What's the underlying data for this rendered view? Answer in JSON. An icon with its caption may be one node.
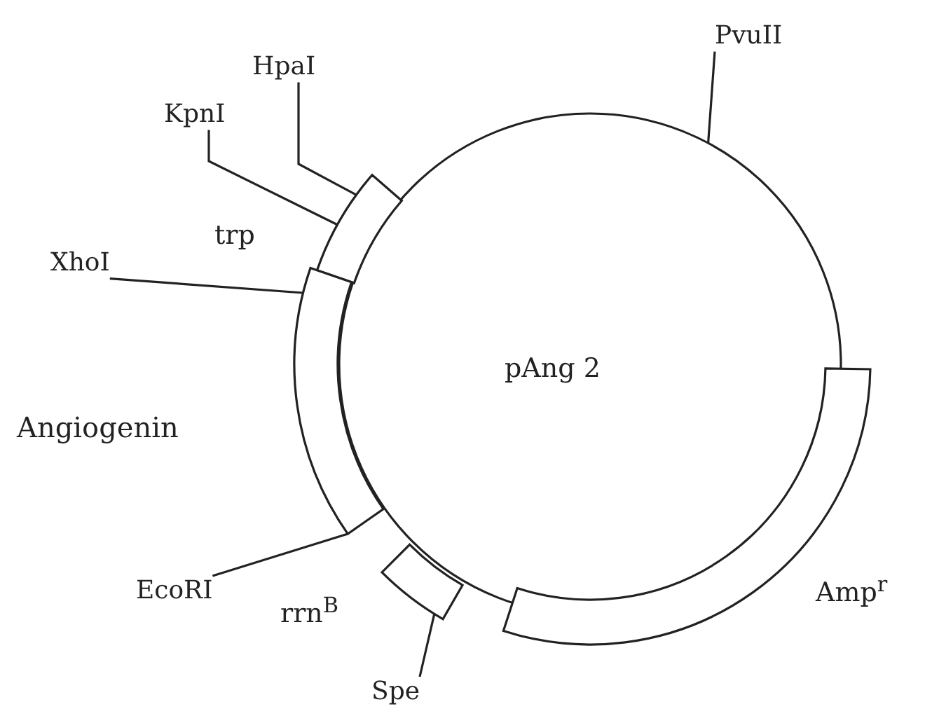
{
  "diagram": {
    "nodes": [
      {
        "text": [
          "pAng 2"
        ]
      },
      {
        "text": [
          "trp"
        ]
      },
      {
        "text": [
          "Angiogenin"
        ]
      },
      {
        "text": [
          "rrn$^{B}$"
        ]
      },
      {
        "text": [
          "Amp$^{r}$"
        ]
      },
      {
        "text": [
          "PvuII"
        ]
      },
      {
        "text": [
          "HpaI"
        ]
      },
      {
        "text": [
          "KpnI"
        ]
      },
      {
        "text": [
          "XhoI"
        ]
      },
      {
        "text": [
          "EcoRI"
        ]
      },
      {
        "text": [
          "Spe"
        ]
      }
    ],
    "edges": [
      {
        "from": 5,
        "to": 0,
        "arrow": "none"
      },
      {
        "from": 6,
        "to": 1,
        "arrow": "none"
      },
      {
        "from": 7,
        "to": 1,
        "arrow": "none"
      },
      {
        "from": 8,
        "to": 2,
        "arrow": "none"
      },
      {
        "from": 9,
        "to": 2,
        "arrow": "none"
      },
      {
        "from": 10,
        "to": 3,
        "arrow": "none"
      }
    ]
  }
}
